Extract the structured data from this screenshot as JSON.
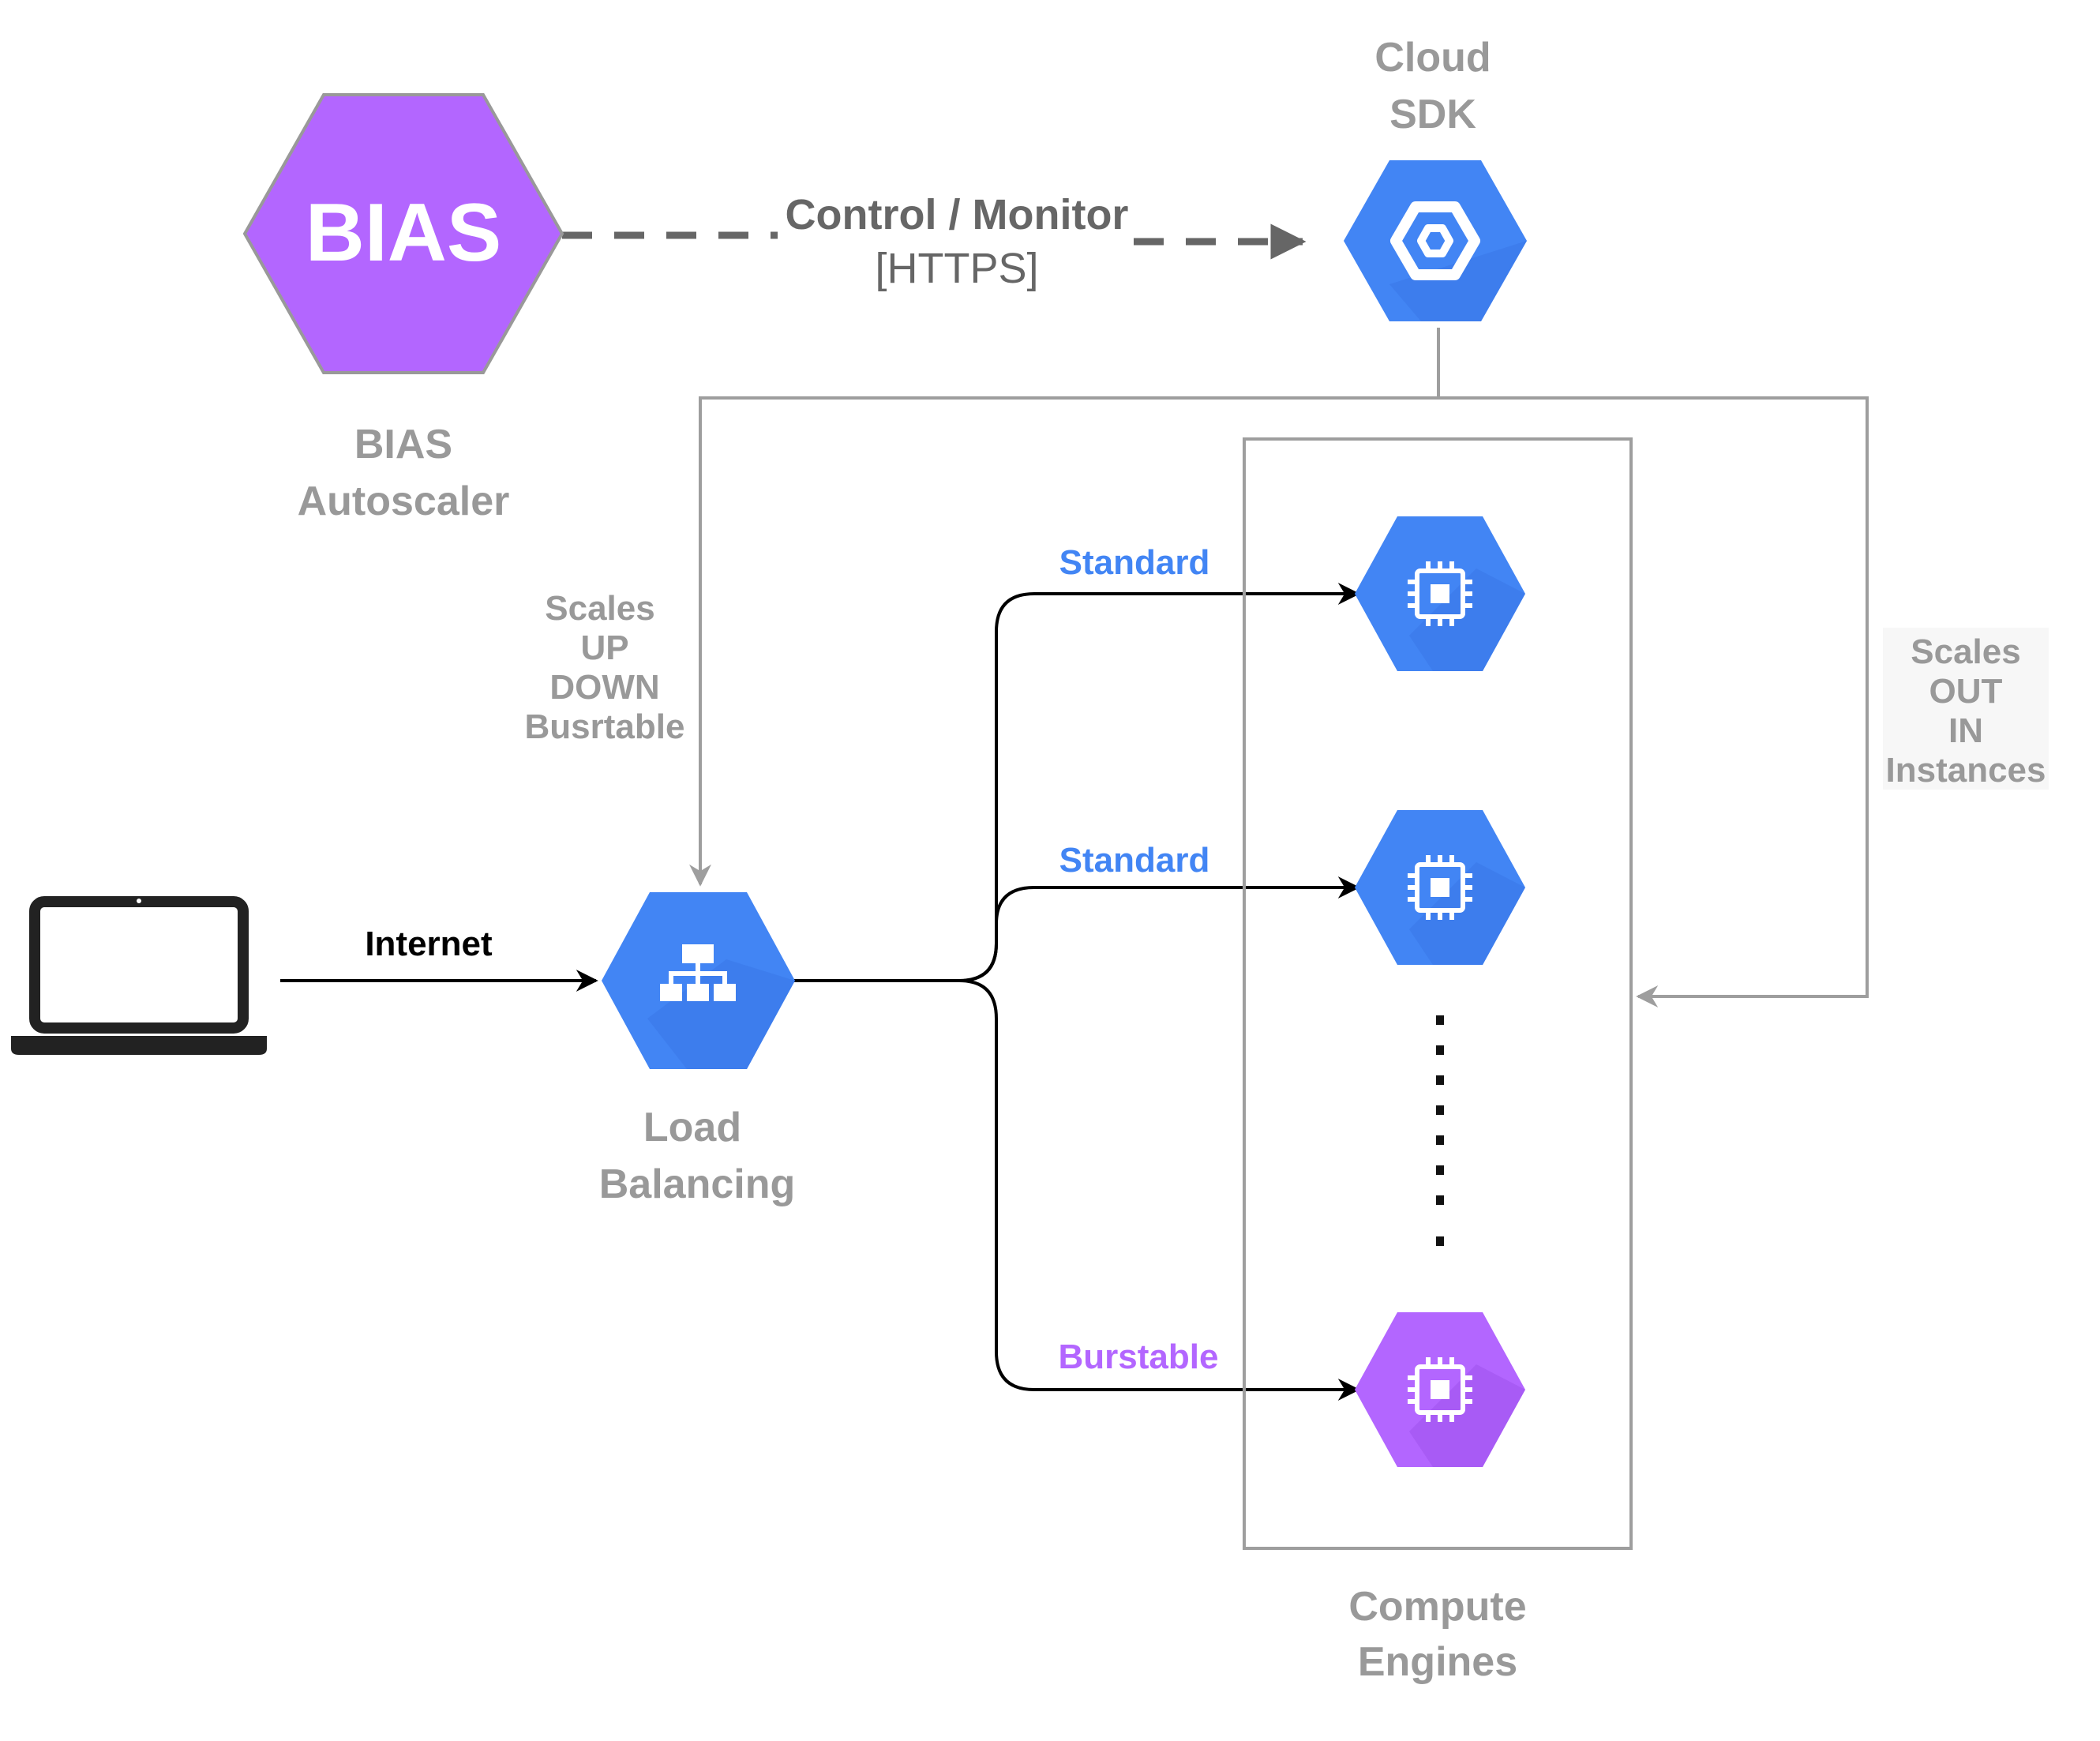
{
  "colors": {
    "purple": "#b366ff",
    "blue": "#4285f4",
    "gray_text": "#999999",
    "dark_gray": "#666666",
    "connector_gray": "#9e9e9e",
    "black": "#000000"
  },
  "nodes": {
    "bias": {
      "badge_text": "BIAS",
      "label_line1": "BIAS",
      "label_line2": "Autoscaler",
      "icon": "hexagon-icon"
    },
    "cloud_sdk": {
      "label_line1": "Cloud",
      "label_line2": "SDK",
      "icon": "cloud-sdk-icon"
    },
    "load_balancer": {
      "label_line1": "Load",
      "label_line2": "Balancing",
      "icon": "load-balancing-icon"
    },
    "client": {
      "icon": "laptop-icon"
    },
    "compute_group": {
      "label_line1": "Compute",
      "label_line2": "Engines",
      "instances": [
        {
          "type_label": "Standard",
          "color": "#4285f4",
          "icon": "cpu-icon"
        },
        {
          "type_label": "Standard",
          "color": "#4285f4",
          "icon": "cpu-icon"
        },
        {
          "type_label": "Burstable",
          "color": "#b366ff",
          "icon": "cpu-icon"
        }
      ]
    }
  },
  "edges": {
    "control": {
      "line1": "Control / Monitor",
      "line2": "[HTTPS]"
    },
    "internet": {
      "label": "Internet"
    },
    "scale_vertical": {
      "lines": [
        "Scales",
        "UP",
        "DOWN",
        "Busrtable"
      ]
    },
    "scale_horizontal": {
      "lines": [
        "Scales",
        "OUT",
        "IN",
        "Instances"
      ]
    }
  }
}
